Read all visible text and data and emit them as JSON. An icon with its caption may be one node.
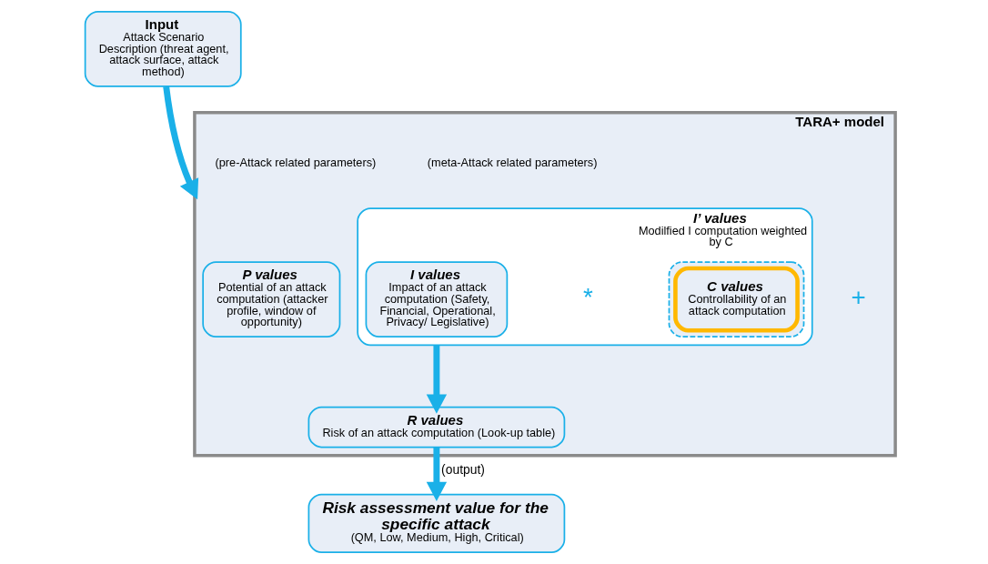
{
  "diagram": {
    "nodes": [
      {
        "text": [
          "Input",
          "Attack Scenario Description (threat agent, attack surface, attack method)"
        ]
      },
      {
        "text": [
          "TARA+ model"
        ]
      },
      {
        "text": [
          "P values",
          "Potential of an attack computation (attacker profile, window of opportunity)"
        ],
        "in": 1
      },
      {
        "text": [
          "I’ values",
          "Modilfied I computation weighted by C"
        ],
        "in": 1
      },
      {
        "text": [
          "I values",
          "Impact of an attack computation (Safety, Financial, Operational, Privacy/ Legislative)"
        ],
        "in": 3
      },
      {
        "text": [
          "C values",
          "Controllability of an attack computation"
        ],
        "in": 3
      },
      {
        "text": [
          "R values",
          "Risk of an attack computation (Look-up table)"
        ],
        "in": 1
      },
      {
        "text": [
          "Risk assessment value for the specific attack",
          "(QM, Low, Medium, High, Critical)"
        ]
      }
    ],
    "edges": [
      {
        "from": 0,
        "to": 1,
        "arrow": "to"
      },
      {
        "from": 3,
        "to": 6,
        "arrow": "to"
      },
      {
        "from": 6,
        "to": 7,
        "arrow": "to",
        "label": "(output)"
      }
    ],
    "labels": [
      "(pre-Attack related parameters)",
      "(meta-Attack related parameters)",
      "+",
      "*"
    ]
  }
}
